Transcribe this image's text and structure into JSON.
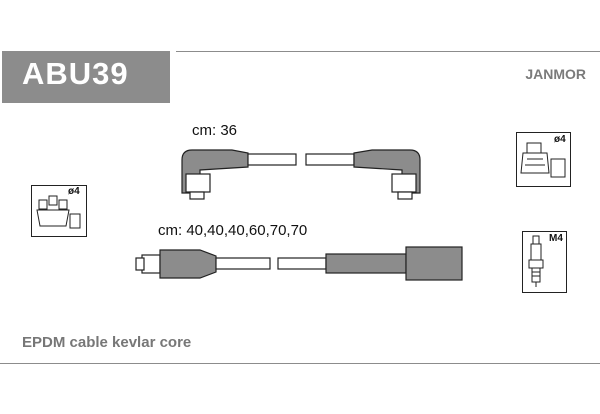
{
  "header": {
    "code": "ABU39",
    "brand": "JANMOR"
  },
  "cables": {
    "short_label": "cm: 36",
    "long_label": "cm: 40,40,40,60,70,70"
  },
  "icons": {
    "distributor_left": {
      "label": "ø4",
      "icon": "distributor-cap-icon"
    },
    "coil_right": {
      "label": "ø4",
      "icon": "ignition-coil-icon"
    },
    "spark_plug": {
      "label": "M4",
      "icon": "spark-plug-icon"
    }
  },
  "footer": {
    "description": "EPDM cable kevlar core"
  },
  "colors": {
    "header_box": "#8c8c8c",
    "boot": "#8c8c8c",
    "lines": "#8c8c8c"
  }
}
